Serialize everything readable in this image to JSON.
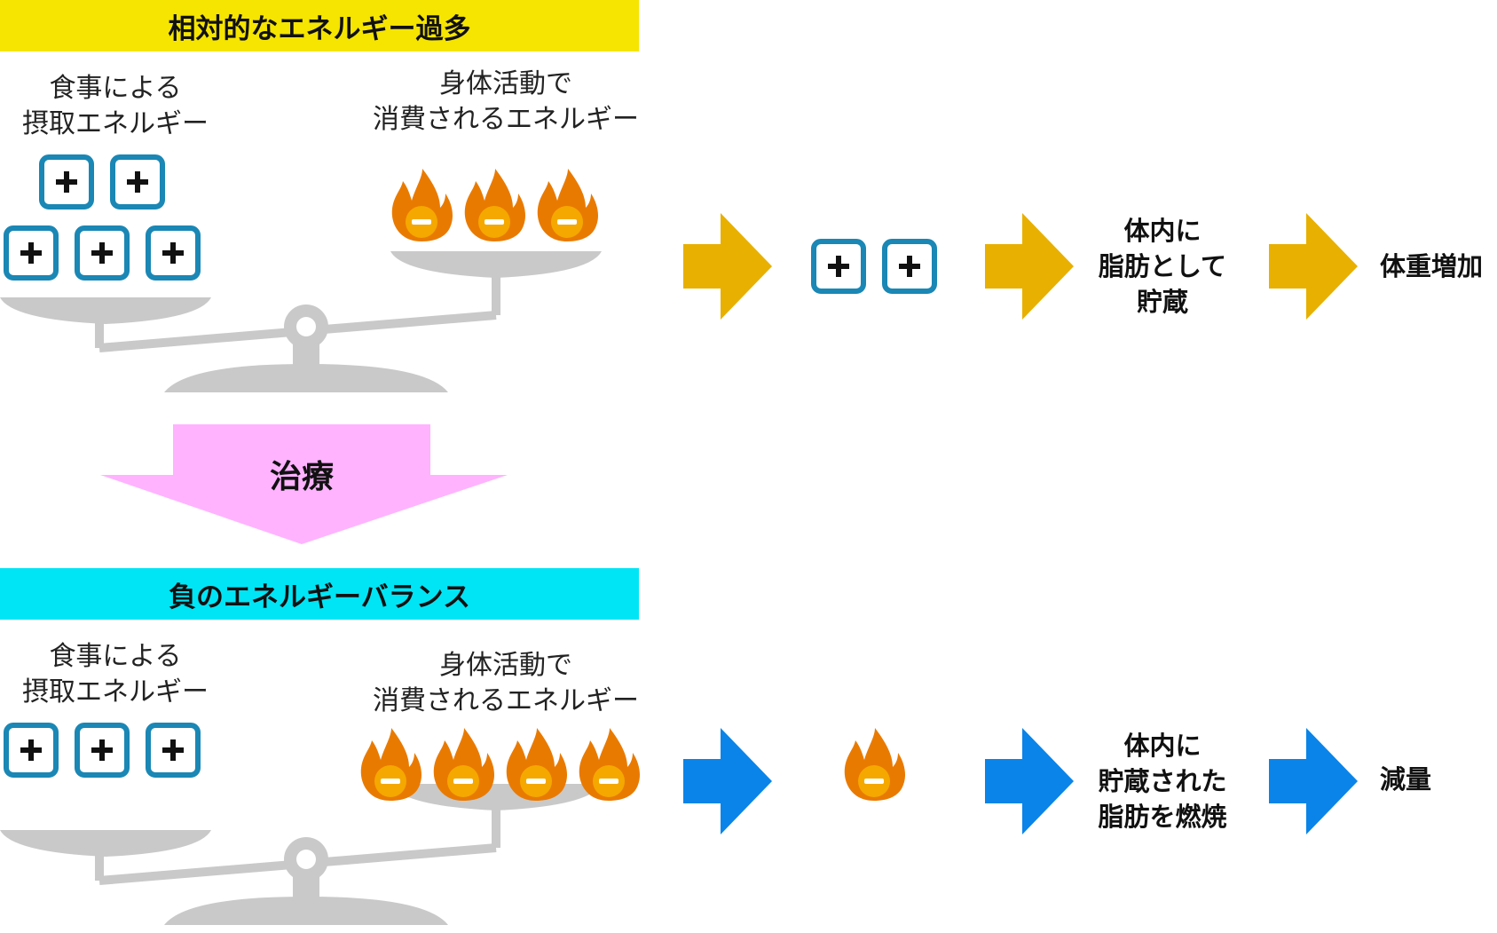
{
  "top": {
    "banner": "相対的なエネルギー過多",
    "banner_color": "#f5e500",
    "intake_label": "食事による\n摂取エネルギー",
    "burn_label": "身体活動で\n消費されるエネルギー",
    "flow_step1": "体内に\n脂肪として\n貯蔵",
    "flow_step2": "体重増加",
    "arrow_color": "#e8b000"
  },
  "treatment": {
    "label": "治療",
    "arrow_color": "#ffb3ff"
  },
  "bottom": {
    "banner": "負のエネルギーバランス",
    "banner_color": "#00e5f5",
    "intake_label": "食事による\n摂取エネルギー",
    "burn_label": "身体活動で\n消費されるエネルギー",
    "flow_step1": "体内に\n貯蔵された\n脂肪を燃焼",
    "flow_step2": "減量",
    "arrow_color": "#0a84e8"
  },
  "icons": {
    "plus_box": "plus-box-icon",
    "flame": "flame-minus-icon",
    "scale": "balance-scale-icon"
  }
}
